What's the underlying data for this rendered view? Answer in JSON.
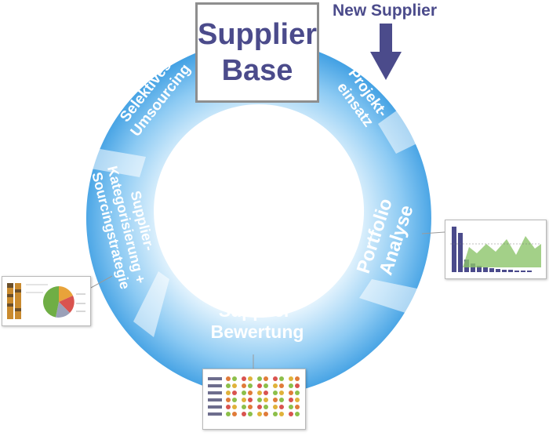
{
  "supplier_base": {
    "line1": "Supplier",
    "line2": "Base"
  },
  "new_supplier": "New Supplier",
  "segments": {
    "projekteinsatz": {
      "line1": "Projekt-",
      "line2": "einsatz"
    },
    "portfolio": {
      "line1": "Portfolio",
      "line2": "Analyse"
    },
    "bewertung": {
      "line1": "Supplier",
      "line2": "Bewertung"
    },
    "kategorisierung": {
      "line1": "Supplier-",
      "line2": "Kategorisierung +",
      "line3": "Sourcingstrategie"
    },
    "umsourcing": {
      "line1": "Selektives",
      "line2": "Umsourcing"
    }
  },
  "colors": {
    "ring_light": "#d3ecfb",
    "ring_dark": "#3f9fe3",
    "accent": "#4b4b8b",
    "frame": "#8e8e8e"
  }
}
